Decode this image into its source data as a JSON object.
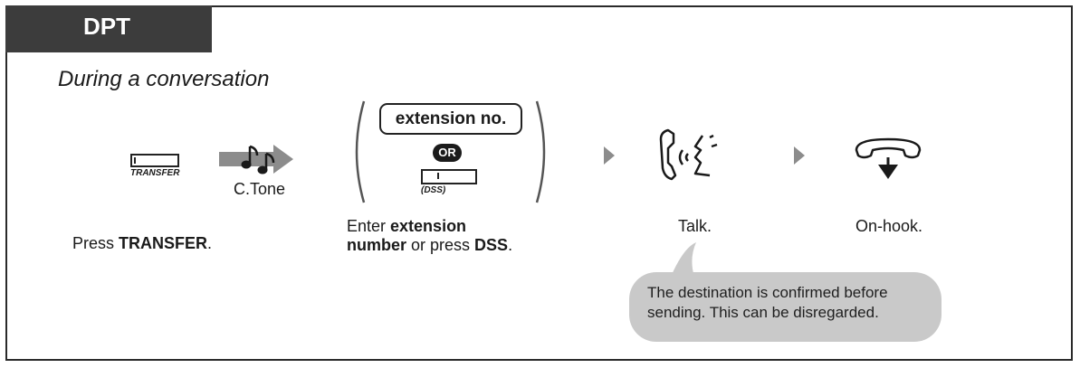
{
  "header": {
    "tab_label": "DPT"
  },
  "subtitle": "During a conversation",
  "steps": {
    "transfer": {
      "button_label": "TRANSFER",
      "caption_pre": "Press ",
      "caption_bold": "TRANSFER",
      "caption_post": "."
    },
    "tone": {
      "label": "C.Tone",
      "icon": "music-note-icon"
    },
    "enter": {
      "extension_label": "extension no.",
      "or_label": "OR",
      "dss_label": "(DSS)",
      "caption_line1_pre": "Enter ",
      "caption_line1_bold": "extension",
      "caption_line2_bold": "number",
      "caption_line2_mid": " or press ",
      "caption_line2_bold2": "DSS",
      "caption_line2_post": "."
    },
    "talk": {
      "caption": "Talk.",
      "icon": "talking-handset-icon"
    },
    "onhook": {
      "caption": "On-hook.",
      "icon": "handset-on-hook-icon"
    }
  },
  "note": {
    "line1": "The destination is confirmed before",
    "line2": "sending. This can be disregarded."
  },
  "colors": {
    "tab_bg": "#3c3c3c",
    "arrow": "#8c8c8c",
    "bubble_bg": "#c9c9c9"
  }
}
